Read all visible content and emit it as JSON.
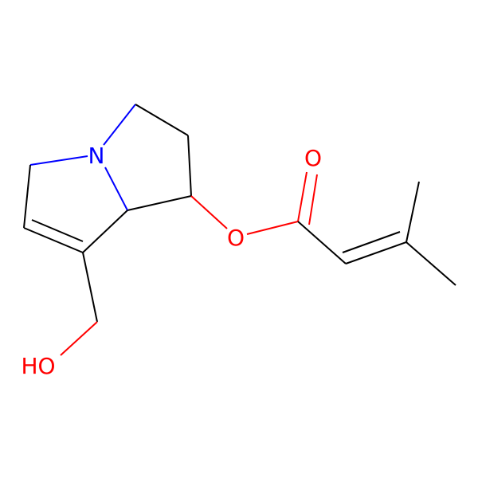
{
  "molecule": {
    "atoms": [
      {
        "id": "N",
        "label": "N",
        "color": "#0000FF"
      },
      {
        "id": "O_ester",
        "label": "O",
        "color": "#FF0000"
      },
      {
        "id": "O_carbonyl",
        "label": "O",
        "color": "#FF0000"
      },
      {
        "id": "OH",
        "label": "HO",
        "color": "#FF0000"
      }
    ],
    "bond_color": "#000000"
  }
}
